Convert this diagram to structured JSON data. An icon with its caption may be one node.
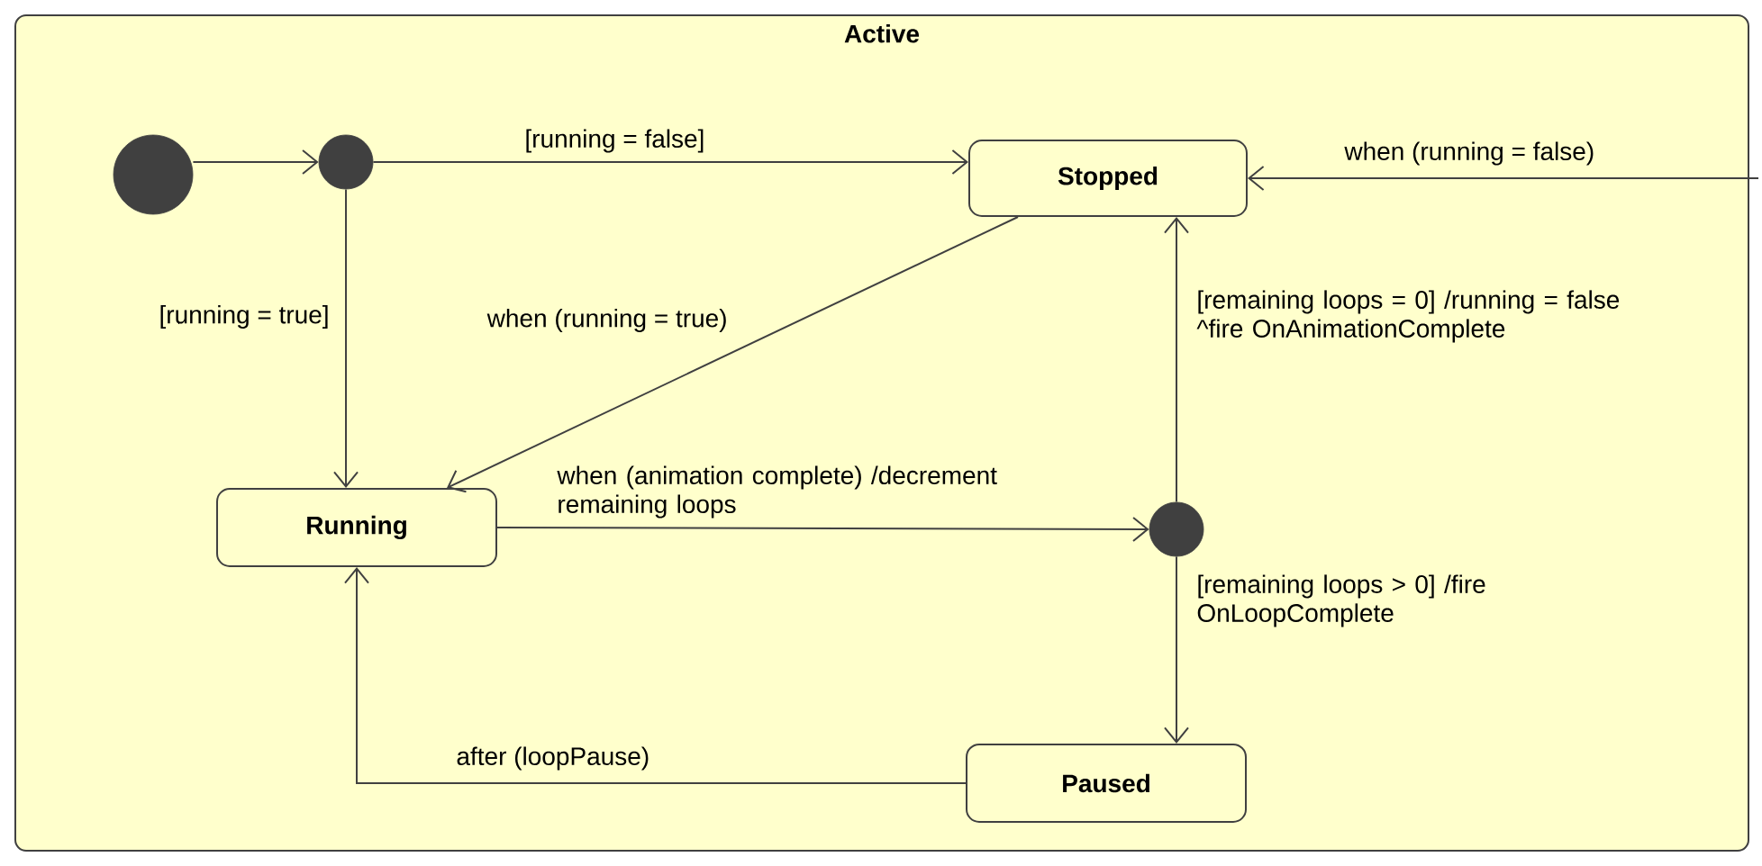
{
  "diagram": {
    "nodes": [
      {
        "text": [
          "Active"
        ]
      },
      {
        "text": [],
        "shape": "circle",
        "in": 0
      },
      {
        "text": [],
        "shape": "circle",
        "in": 0
      },
      {
        "text": [
          "Stopped"
        ],
        "in": 0
      },
      {
        "text": [
          "Running"
        ],
        "in": 0
      },
      {
        "text": [],
        "shape": "circle",
        "in": 0
      },
      {
        "text": [
          "Paused"
        ],
        "in": 0
      }
    ],
    "edges": [
      {
        "from": 1,
        "to": 2,
        "arrow": "to"
      },
      {
        "from": 2,
        "to": 3,
        "arrow": "to",
        "label": "[running = false]"
      },
      {
        "from": 2,
        "to": 4,
        "arrow": "to",
        "label": "[running = true]"
      },
      {
        "from": 3,
        "to": 4,
        "arrow": "to",
        "label": "when (running = true)"
      },
      {
        "from": 4,
        "to": 5,
        "arrow": "to",
        "label": "when (animation complete) /decrement remaining loops"
      },
      {
        "from": 5,
        "to": 3,
        "arrow": "to",
        "label": "[remaining loops = 0] /running = false ^fire OnAnimationComplete"
      },
      {
        "from": 5,
        "to": 6,
        "arrow": "to",
        "label": "[remaining loops > 0] /fire OnLoopComplete"
      },
      {
        "from": 6,
        "to": 4,
        "arrow": "to",
        "label": "after (loopPause)"
      },
      {
        "from": null,
        "to": 3,
        "arrow": "to",
        "label": "when (running = false)"
      }
    ]
  }
}
